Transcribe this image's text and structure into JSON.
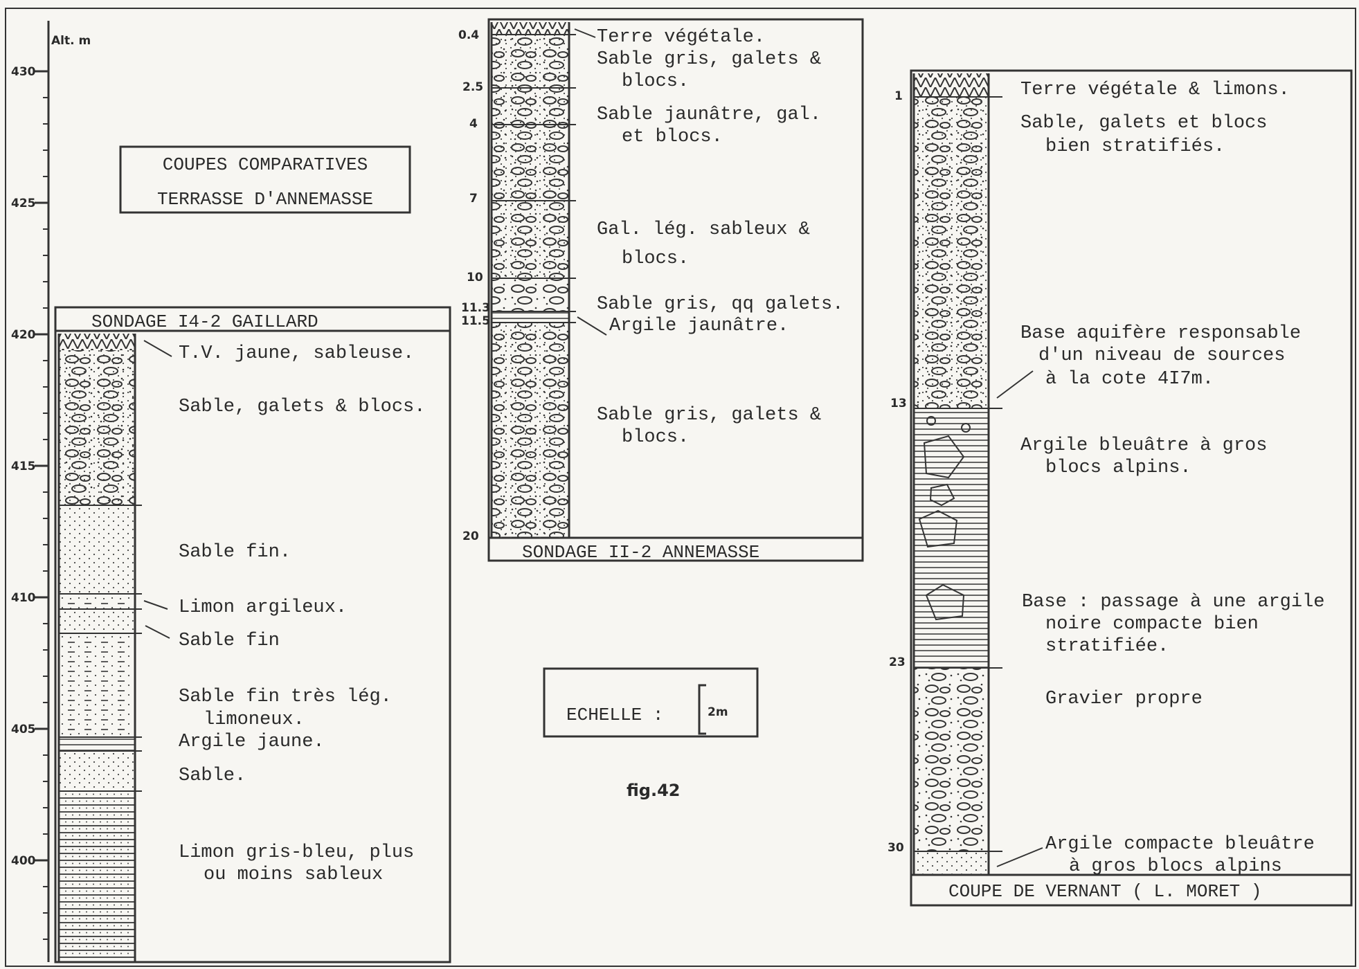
{
  "figure": {
    "title_line1": "COUPES COMPARATIVES",
    "title_line2": "TERRASSE D'ANNEMASSE",
    "fig_label": "fig.42",
    "scale_label": "ECHELLE :",
    "scale_value": "2m",
    "axis_label": "Alt. m",
    "axis_ticks": [
      "430",
      "425",
      "420",
      "415",
      "410",
      "405",
      "400"
    ]
  },
  "gaillard": {
    "title": "SONDAGE I4-2 GAILLARD",
    "layers": [
      "T.V. jaune, sableuse.",
      "Sable, galets & blocs.",
      "Sable fin.",
      "Limon argileux.",
      "Sable fin",
      "Sable fin très lég.",
      "limoneux.",
      "Argile jaune.",
      "Sable.",
      "Limon gris-bleu, plus",
      "ou moins sableux"
    ]
  },
  "annemasse": {
    "title": "SONDAGE II-2 ANNEMASSE",
    "depths": [
      "0.4",
      "2.5",
      "4",
      "7",
      "10",
      "11.3",
      "11.5",
      "20"
    ],
    "layers": [
      "Terre végétale.",
      "Sable gris, galets &",
      "blocs.",
      "Sable jaunâtre, gal.",
      "et blocs.",
      "Gal. lég. sableux &",
      "blocs.",
      "Sable gris, qq galets.",
      "Argile jaunâtre.",
      "Sable gris, galets &",
      "blocs."
    ]
  },
  "vernant": {
    "title": "COUPE DE VERNANT ( L. MORET )",
    "depths": [
      "1",
      "13",
      "23",
      "30"
    ],
    "layers": [
      "Terre végétale & limons.",
      "Sable, galets et blocs",
      "bien stratifiés.",
      "Base aquifère responsable",
      "d'un niveau de sources",
      "à la cote 4I7m.",
      "Argile bleuâtre à gros",
      "blocs alpins.",
      "Base : passage à une argile",
      "noire compacte bien",
      "stratifiée.",
      "Gravier propre",
      "Argile compacte bleuâtre",
      "à gros blocs alpins"
    ]
  }
}
